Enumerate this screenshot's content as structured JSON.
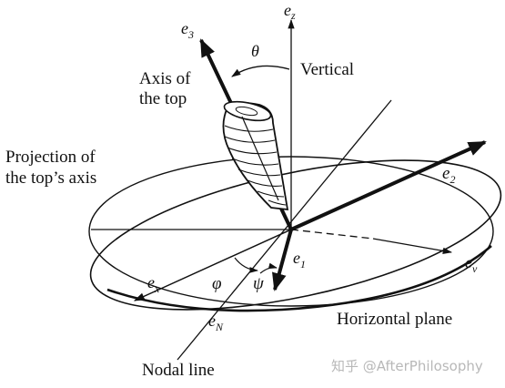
{
  "diagram": {
    "labels": {
      "e_z": "e",
      "e_z_sub": "z",
      "e_3": "e",
      "e_3_sub": "3",
      "theta": "θ",
      "vertical": "Vertical",
      "axis_of_top_line1": "Axis of",
      "axis_of_top_line2": "the top",
      "projection_line1": "Projection of",
      "projection_line2": "the top’s axis",
      "e_2": "e",
      "e_2_sub": "2",
      "e_1": "e",
      "e_1_sub": "1",
      "e_v": "e",
      "e_v_sub": "v",
      "e_x": "e",
      "e_x_sub": "x",
      "phi": "φ",
      "psi": "ψ",
      "e_N": "e",
      "e_N_sub": "N",
      "horizontal_plane": "Horizontal plane",
      "nodal_line": "Nodal line"
    },
    "watermark": "知乎 @AfterPhilosophy",
    "colors": {
      "ink": "#111111",
      "background": "#ffffff",
      "watermark": "#b8b8b8"
    }
  }
}
